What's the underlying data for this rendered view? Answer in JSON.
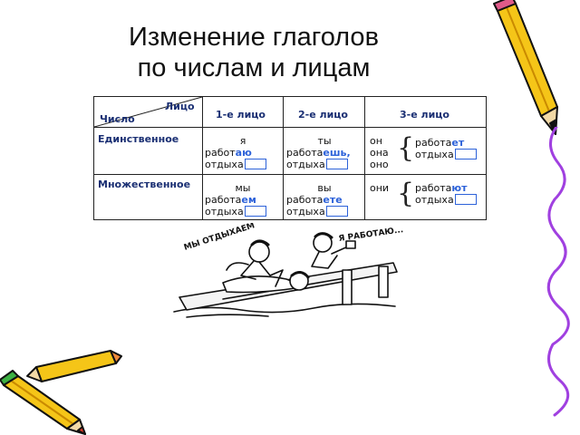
{
  "title": {
    "line1": "Изменение глаголов",
    "line2": "по числам и лицам"
  },
  "table": {
    "corner_top": "Лицо",
    "corner_bottom": "Число",
    "columns": [
      "1-е лицо",
      "2-е лицо",
      "3-е лицо"
    ],
    "rows": [
      {
        "label": "Единственное",
        "first": {
          "pronoun": "я",
          "stem": "работ",
          "ending": "аю",
          "verb2": "отдыха"
        },
        "second": {
          "pronoun": "ты",
          "stem": "работа",
          "ending": "ешь,",
          "verb2": "отдыха"
        },
        "third": {
          "pronouns": [
            "он",
            "она",
            "оно"
          ],
          "stem": "работа",
          "ending": "ет",
          "verb2": "отдыха"
        }
      },
      {
        "label": "Множественное",
        "first": {
          "pronoun": "мы",
          "stem": "работа",
          "ending": "ем",
          "verb2": "отдыха"
        },
        "second": {
          "pronoun": "вы",
          "stem": "работа",
          "ending": "ете",
          "verb2": "отдыха"
        },
        "third": {
          "pronouns": [
            "они"
          ],
          "stem": "работа",
          "ending": "ют",
          "verb2": "отдыха"
        }
      }
    ]
  },
  "illustration": {
    "caption_left": "МЫ ОТДЫХАЕМ",
    "caption_right": "Я РАБОТАЮ..."
  },
  "colors": {
    "ending": "#2d62d9",
    "header": "#1a2f73",
    "pencil": "#f5c518",
    "squiggle": "#a040e0"
  }
}
